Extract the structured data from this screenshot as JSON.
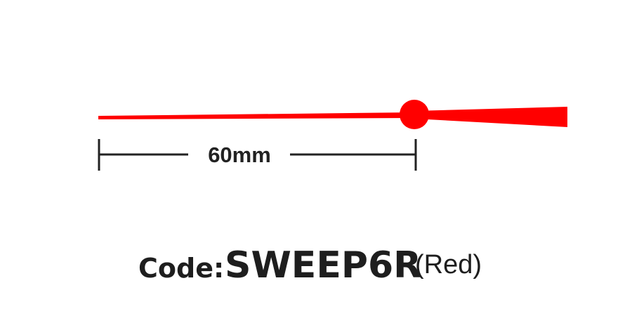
{
  "hand": {
    "color": "#ff0000"
  },
  "dimension": {
    "label": "60mm",
    "line_color": "#222222"
  },
  "code": {
    "prefix": "Code:",
    "value": "SWEEP6R",
    "color_note": "(Red)"
  }
}
